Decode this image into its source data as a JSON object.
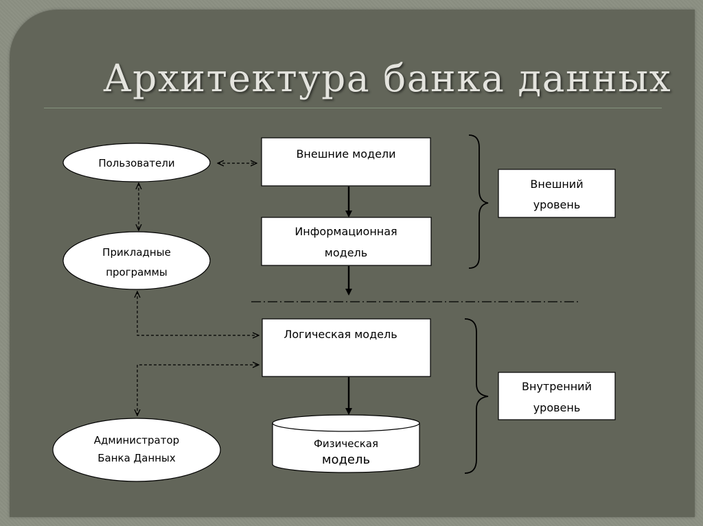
{
  "title": "Архитектура банка данных",
  "nodes": {
    "users": "Пользователи",
    "apps_line1": "Прикладные",
    "apps_line2": "программы",
    "admin_line1": "Администратор",
    "admin_line2": "Банка Данных",
    "external_models": "Внешние модели",
    "info_line1": "Информационная",
    "info_line2": "модель",
    "logical": "Логическая модель",
    "physical_line1": "Физическая",
    "physical_line2": "модель",
    "outer_line1": "Внешний",
    "outer_line2": "уровень",
    "inner_line1": "Внутренний",
    "inner_line2": "уровень"
  }
}
